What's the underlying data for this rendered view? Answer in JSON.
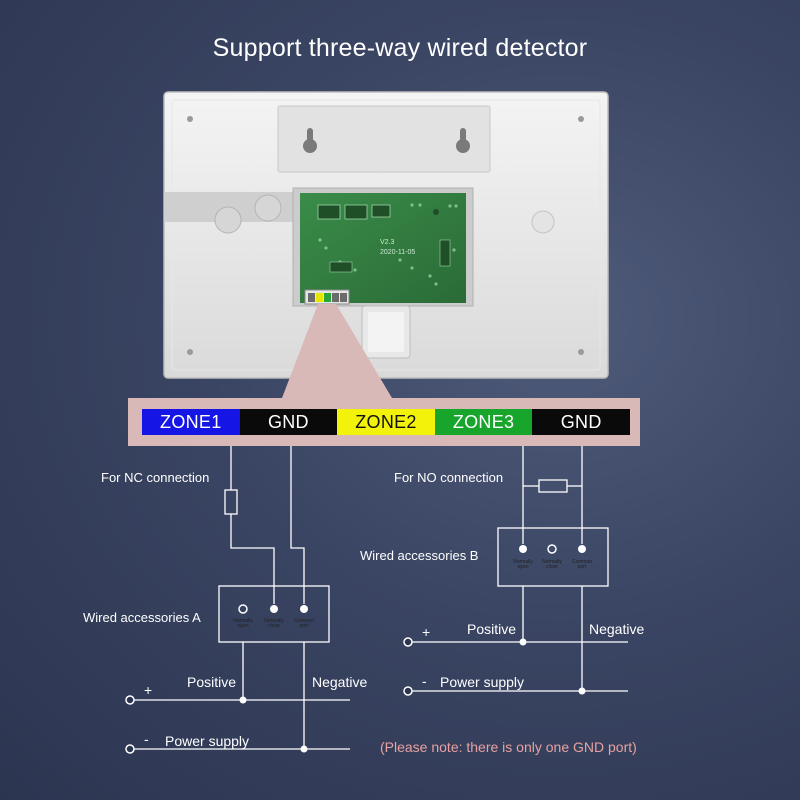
{
  "title": "Support three-way wired detector",
  "terminals": [
    {
      "label": "ZONE1",
      "bg": "#1515e6",
      "fg": "#ffffff"
    },
    {
      "label": "GND",
      "bg": "#0a0a0a",
      "fg": "#ffffff"
    },
    {
      "label": "ZONE2",
      "bg": "#f2f20a",
      "fg": "#111111"
    },
    {
      "label": "ZONE3",
      "bg": "#17a52c",
      "fg": "#ffffff"
    },
    {
      "label": "GND",
      "bg": "#0a0a0a",
      "fg": "#ffffff"
    }
  ],
  "board_text": {
    "line1": "V2.3",
    "line2": "2020-11-05"
  },
  "left_circuit": {
    "connection_label": "For NC connection",
    "accessory_label": "Wired accessories A",
    "pins": [
      "Normally open",
      "Normally close",
      "Common port"
    ],
    "positive_label": "Positive",
    "negative_label": "Negative",
    "plus_sign": "+",
    "minus_sign": "-",
    "power_label": "Power supply"
  },
  "right_circuit": {
    "connection_label": "For NO connection",
    "accessory_label": "Wired accessories B",
    "pins": [
      "Normally open",
      "Normally close",
      "Common port"
    ],
    "positive_label": "Positive",
    "negative_label": "Negative",
    "plus_sign": "+",
    "minus_sign": "-",
    "power_label": "Power supply"
  },
  "note": "(Please note: there is only one GND port)",
  "colors": {
    "highlight": "#d9b8b8",
    "wire": "#ffffff",
    "note": "#e8a0a0",
    "pcb": "#2f7a3e"
  }
}
